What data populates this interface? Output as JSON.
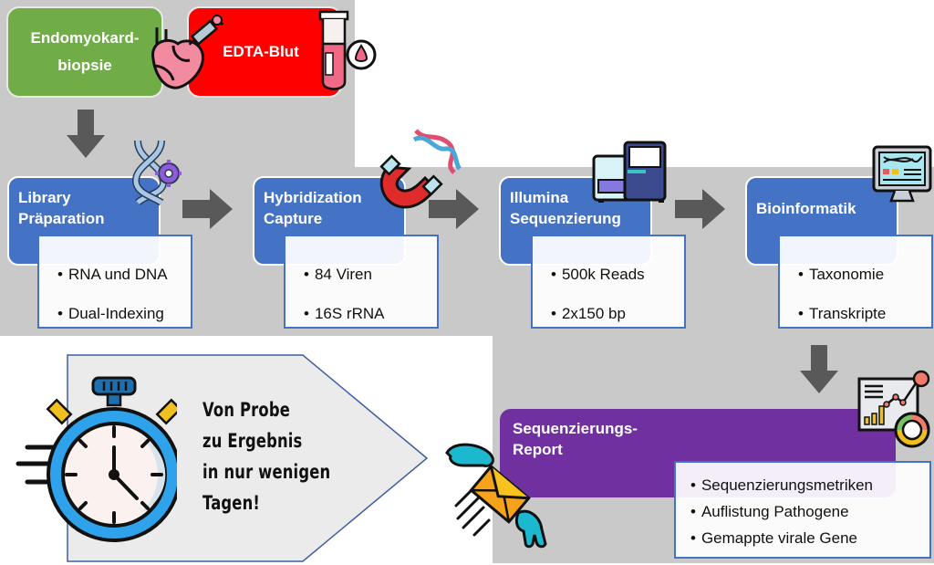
{
  "sources": {
    "biopsy_label": "Endomyokard-\nbiopsie",
    "biopsy_line1": "Endomyokard-",
    "biopsy_line2": "biopsie",
    "blood_label": "EDTA-Blut"
  },
  "steps": [
    {
      "title_line1": "Library",
      "title_line2": "Präparation",
      "items": [
        "RNA und DNA",
        "Dual-Indexing"
      ],
      "icon": "dna-gear-icon"
    },
    {
      "title_line1": "Hybridization",
      "title_line2": "Capture",
      "items": [
        "84 Viren",
        "16S rRNA"
      ],
      "icon": "magnet-dna-icon"
    },
    {
      "title_line1": "Illumina",
      "title_line2": "Sequenzierung",
      "items": [
        "500k Reads",
        "2x150 bp"
      ],
      "icon": "sequencer-icon"
    },
    {
      "title_line1": "Bioinformatik",
      "title_line2": "",
      "items": [
        "Taxonomie",
        "Transkripte"
      ],
      "icon": "computer-dna-icon"
    }
  ],
  "report": {
    "title_line1": "Sequenzierungs-",
    "title_line2": "Report",
    "items": [
      "Sequenzierungsmetriken",
      "Auflistung Pathogene",
      "Gemappte virale Gene"
    ],
    "icon": "analytics-dashboard-icon"
  },
  "tagline": {
    "line1": "Von Probe",
    "line2": "zu Ergebnis",
    "line3": "in nur wenigen",
    "line4": "Tagen!",
    "icon": "stopwatch-icon"
  },
  "colors": {
    "background_gray": "#c9c9c9",
    "biopsy_green": "#70ad47",
    "blood_red": "#ff0000",
    "step_blue": "#4472c4",
    "report_purple": "#7030a0",
    "arrow_gray": "#595959"
  }
}
